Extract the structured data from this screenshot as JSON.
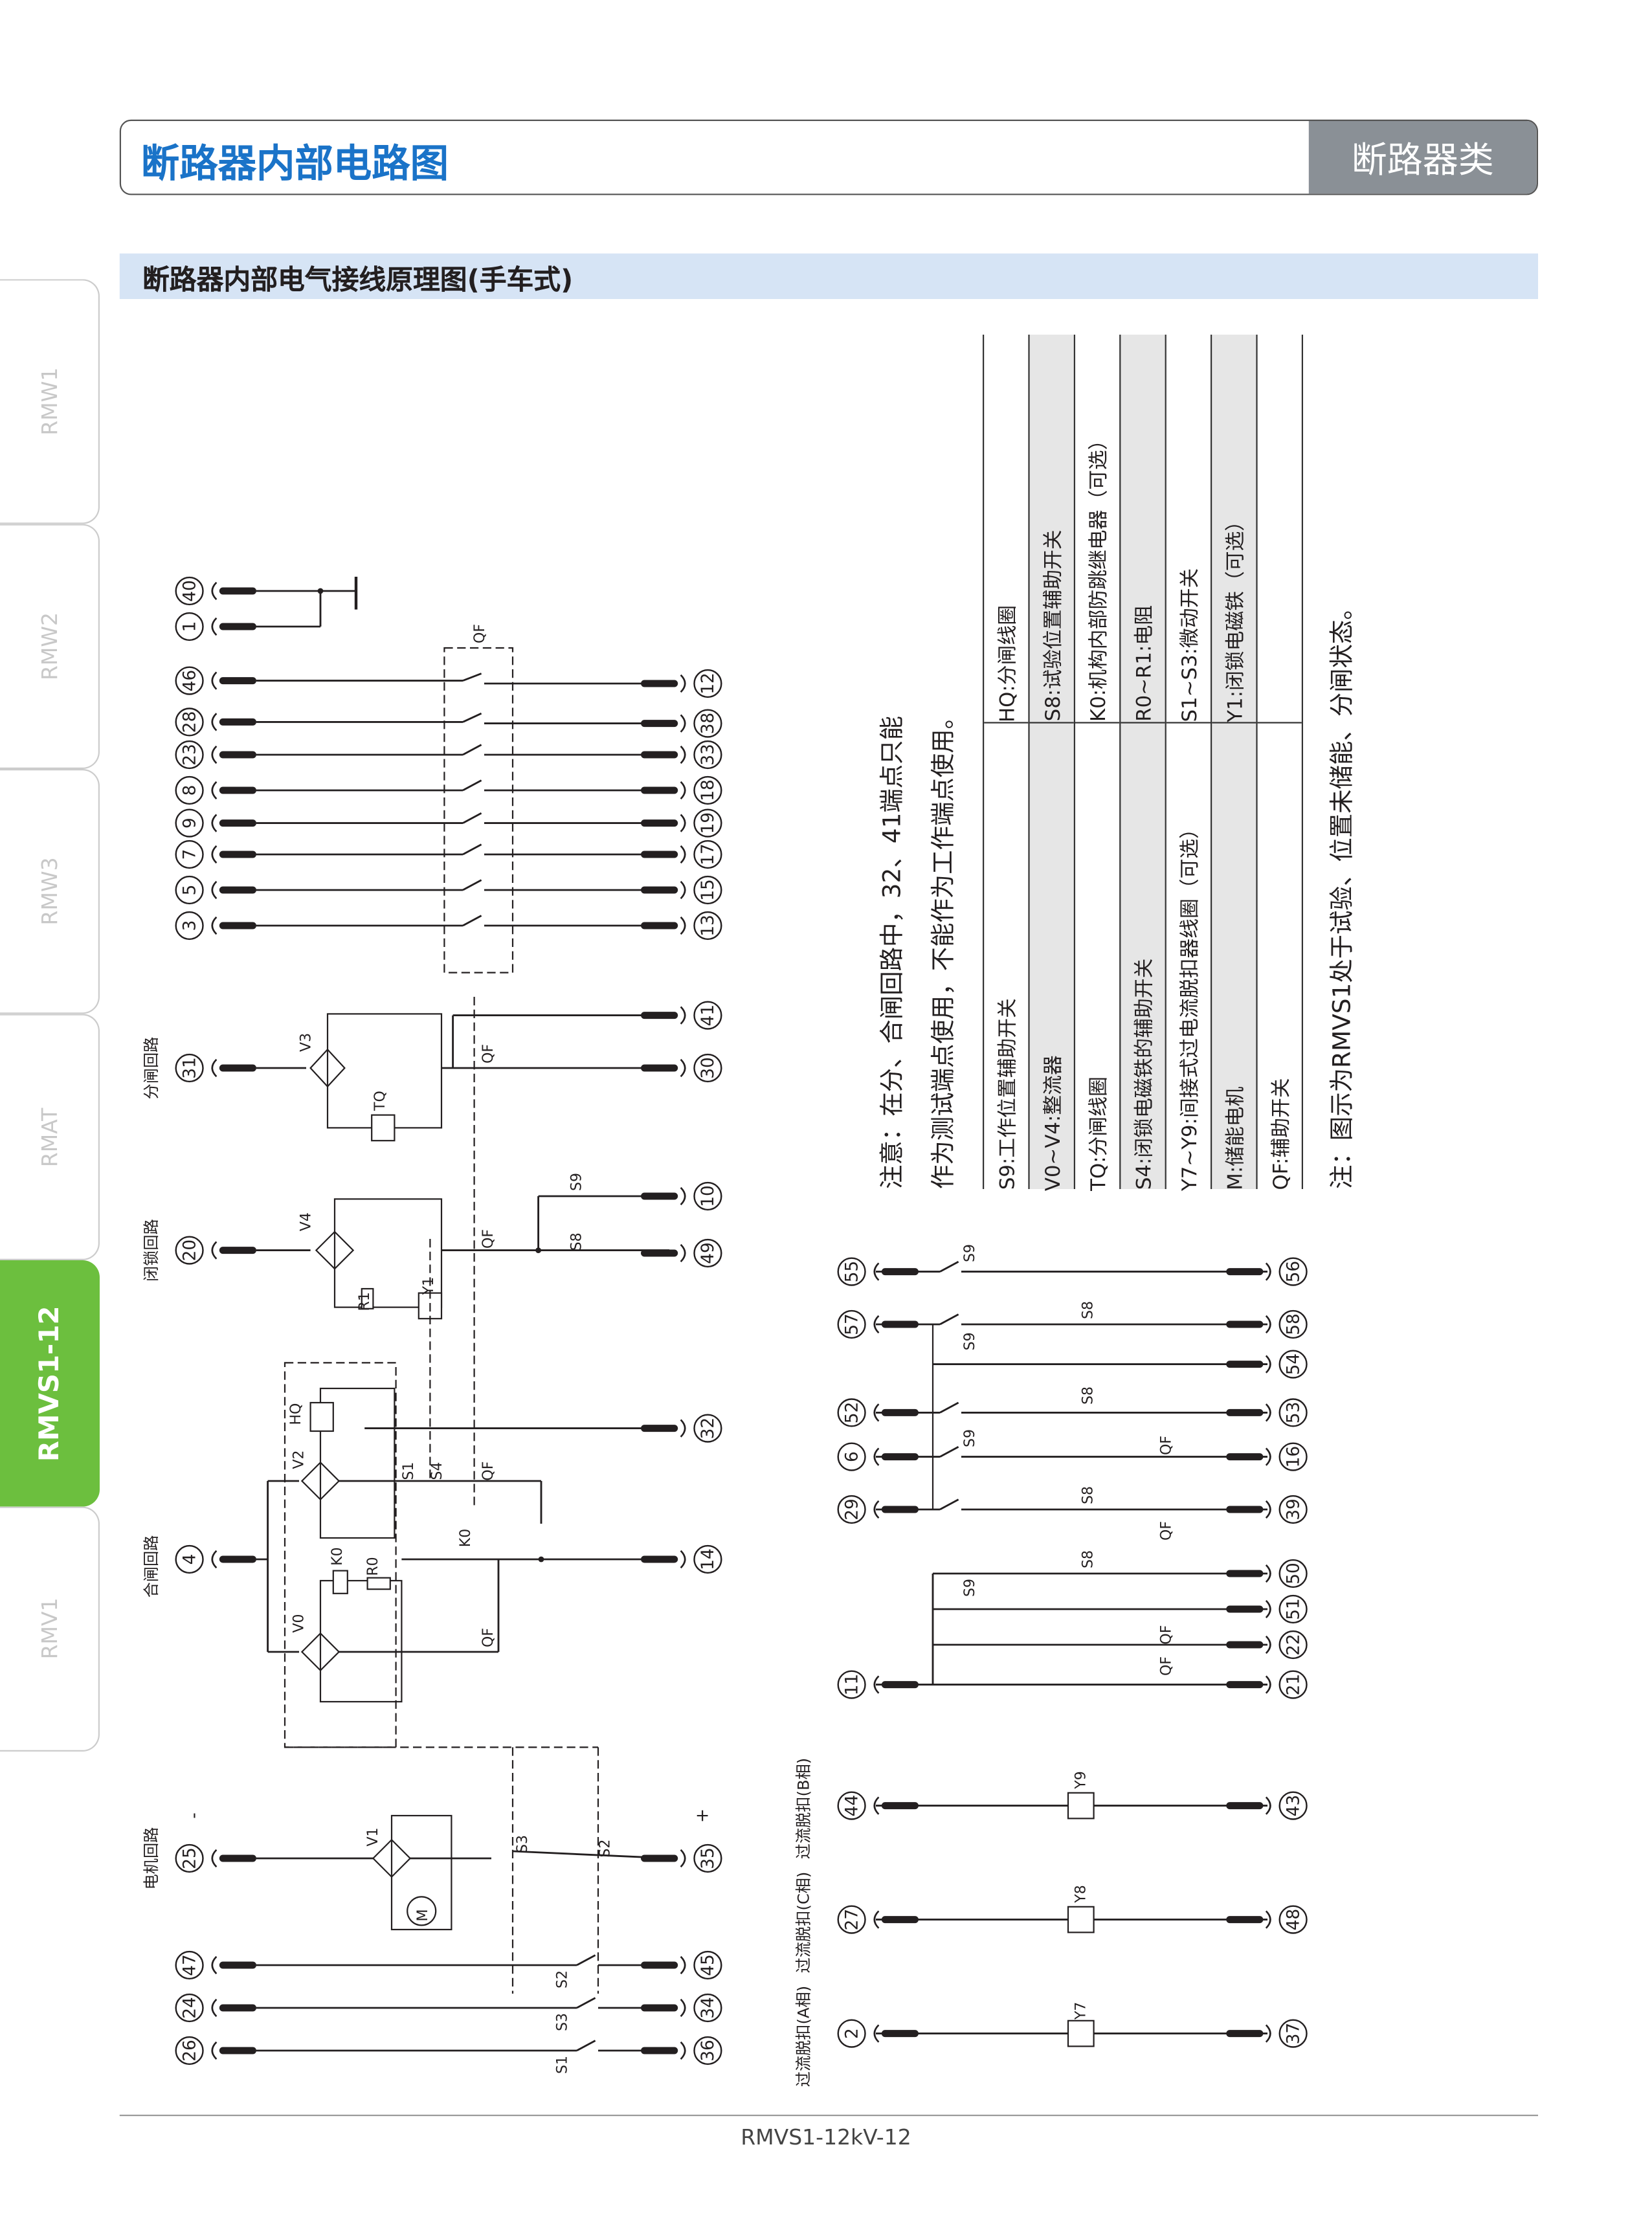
{
  "header": {
    "title": "断路器内部电路图",
    "category": "断路器类"
  },
  "section_title": "断路器内部电气接线原理图(手车式)",
  "side_tabs": [
    {
      "label": "RMW1",
      "active": false
    },
    {
      "label": "RMW2",
      "active": false
    },
    {
      "label": "RMW3",
      "active": false
    },
    {
      "label": "RMAT",
      "active": false
    },
    {
      "label": "RMVS1-12",
      "active": true
    },
    {
      "label": "RMV1",
      "active": false
    }
  ],
  "notes": {
    "line1": "注意：在分、合闸回路中，32、41端点只能",
    "line2": "作为测试端点使用，不能作为工作端点使用。",
    "bottom": "注：图示为RMVS1处于试验、位置未储能、分闸状态。"
  },
  "legend": [
    {
      "bottom": "S9:工作位置辅助开关",
      "top": "HQ:分闸线圈"
    },
    {
      "bottom": "V0~V4:整流器",
      "top": "S8:试验位置辅助开关"
    },
    {
      "bottom": "TQ:分闸线圈",
      "top": "K0:机构内部防跳继电器（可选）"
    },
    {
      "bottom": "S4:闭锁电磁铁的辅助开关",
      "top": "R0~R1:电阻"
    },
    {
      "bottom": "Y7~Y9:间接式过电流脱扣器线圈（可选）",
      "top": "S1~S3:微动开关"
    },
    {
      "bottom": "M:储能电机",
      "top": "Y1:闭锁电磁铁（可选）"
    },
    {
      "bottom": "QF:辅助开关",
      "top": ""
    }
  ],
  "circuit_labels": [
    "分闸回路",
    "闭锁回路",
    "合闸回路",
    "电机回路",
    "过流脱扣(A相)",
    "过流脱扣(C相)",
    "过流脱扣(B相)"
  ],
  "polarity": [
    "-",
    "+"
  ],
  "components": [
    "QF",
    "V3",
    "TQ",
    "QF",
    "V4",
    "Y1",
    "R1",
    "QF",
    "S9",
    "S8",
    "HQ",
    "V2",
    "S1",
    "S4",
    "QF",
    "K0",
    "R0",
    "K0",
    "V0",
    "QF",
    "V1",
    "M",
    "S3",
    "S2",
    "S2",
    "S3",
    "S1",
    "Y9",
    "Y8",
    "Y7",
    "S9",
    "S8",
    "S9",
    "S8",
    "S9",
    "QF",
    "S8",
    "QF",
    "S8",
    "S9",
    "QF",
    "QF"
  ],
  "terminals": {
    "upper_left": [
      "40",
      "1",
      "46",
      "28",
      "23",
      "8",
      "9",
      "7",
      "5",
      "3",
      "31",
      "20",
      "4",
      "25",
      "47",
      "24",
      "26"
    ],
    "upper_right": [
      "12",
      "38",
      "33",
      "18",
      "19",
      "17",
      "15",
      "13",
      "41",
      "30",
      "10",
      "49",
      "32",
      "14",
      "35",
      "45",
      "34",
      "36"
    ],
    "lower_left": [
      "55",
      "57",
      "52",
      "6",
      "29",
      "11",
      "44",
      "27",
      "2"
    ],
    "lower_right": [
      "56",
      "58",
      "54",
      "53",
      "16",
      "39",
      "50",
      "51",
      "22",
      "21",
      "43",
      "48",
      "37"
    ]
  },
  "footer": "RMVS1-12kV-12"
}
